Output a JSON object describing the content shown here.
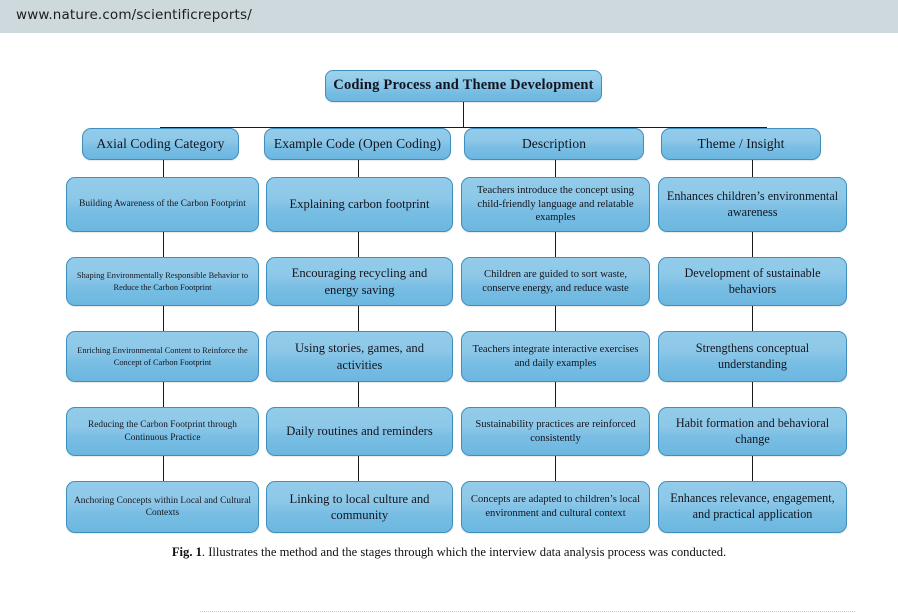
{
  "running_head": {
    "url": "www.nature.com/scientificreports/"
  },
  "figure": {
    "title": "Coding Process and Theme Development",
    "columns": [
      {
        "header": "Axial Coding Category"
      },
      {
        "header": "Example Code (Open Coding)"
      },
      {
        "header": "Description"
      },
      {
        "header": "Theme / Insight"
      }
    ],
    "rows": [
      {
        "axial_coding_category": "Building Awareness of the Carbon Footprint",
        "example_code": "Explaining carbon footprint",
        "description": "Teachers introduce the concept using child-friendly language and relatable examples",
        "theme_insight": "Enhances children’s environmental awareness"
      },
      {
        "axial_coding_category": "Shaping Environmentally Responsible Behavior to Reduce the Carbon Footprint",
        "example_code": "Encouraging recycling and energy saving",
        "description": "Children are guided to sort waste, conserve energy, and reduce waste",
        "theme_insight": "Development of sustainable behaviors"
      },
      {
        "axial_coding_category": "Enriching Environmental Content to Reinforce the Concept of Carbon Footprint",
        "example_code": "Using stories, games, and activities",
        "description": "Teachers integrate interactive exercises and daily examples",
        "theme_insight": "Strengthens conceptual understanding"
      },
      {
        "axial_coding_category": "Reducing the Carbon Footprint through Continuous Practice",
        "example_code": "Daily routines and reminders",
        "description": "Sustainability practices are reinforced consistently",
        "theme_insight": "Habit formation and behavioral change"
      },
      {
        "axial_coding_category": "Anchoring Concepts within Local and Cultural Contexts",
        "example_code": "Linking to local culture and community",
        "description": "Concepts are adapted to children’s local environment and cultural context",
        "theme_insight": "Enhances relevance, engagement, and practical application"
      }
    ]
  },
  "caption": {
    "label": "Fig. 1",
    "text": ". Illustrates the method and the stages through which the interview data analysis process was conducted."
  },
  "colors": {
    "running_head_background": "#ced9de",
    "node_fill_top": "#93ccea",
    "node_fill_bottom": "#6cb7e0",
    "node_border": "#3f8fbe",
    "connector": "#1a1a1a",
    "page_background": "#ffffff"
  }
}
